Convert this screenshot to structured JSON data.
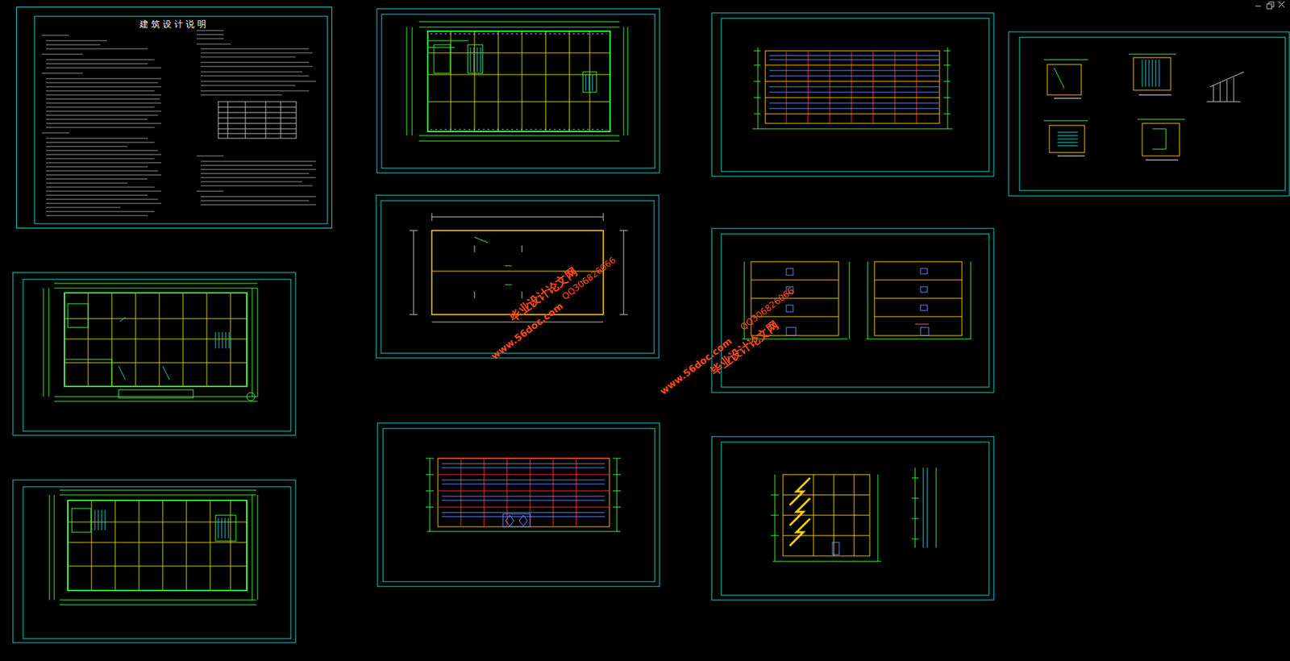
{
  "diagram": {
    "nodes": [
      {
        "text": [
          "建筑设计说明"
        ]
      }
    ],
    "labels": [
      "www.56doc.com",
      "QQ306826066",
      "毕业设计论文网",
      "www.56doc.com",
      "QQ306826066",
      "毕业设计论文网"
    ]
  }
}
